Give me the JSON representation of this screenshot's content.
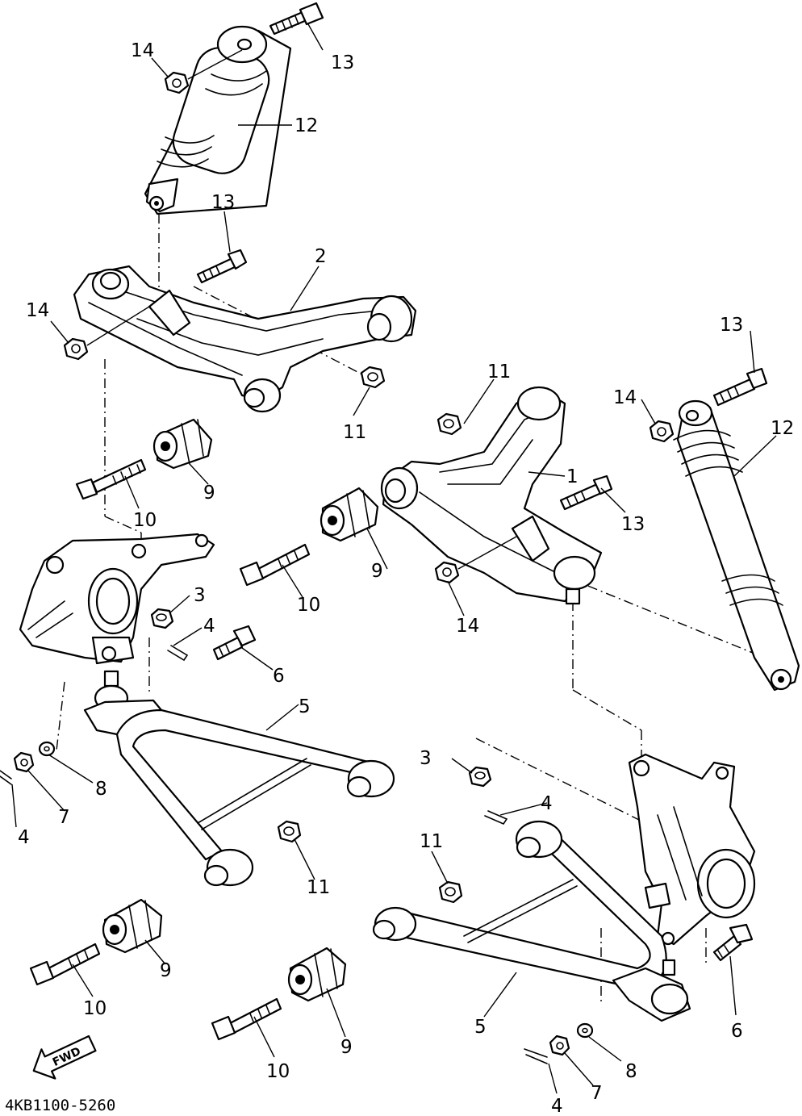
{
  "diagram": {
    "drawing_code": "4KB1100-5260",
    "direction_label": "FWD",
    "callouts": [
      {
        "ref": "1"
      },
      {
        "ref": "2"
      },
      {
        "ref": "3"
      },
      {
        "ref": "3"
      },
      {
        "ref": "4"
      },
      {
        "ref": "4"
      },
      {
        "ref": "4"
      },
      {
        "ref": "4"
      },
      {
        "ref": "5"
      },
      {
        "ref": "5"
      },
      {
        "ref": "6"
      },
      {
        "ref": "6"
      },
      {
        "ref": "7"
      },
      {
        "ref": "7"
      },
      {
        "ref": "8"
      },
      {
        "ref": "8"
      },
      {
        "ref": "9"
      },
      {
        "ref": "9"
      },
      {
        "ref": "9"
      },
      {
        "ref": "9"
      },
      {
        "ref": "10"
      },
      {
        "ref": "10"
      },
      {
        "ref": "10"
      },
      {
        "ref": "10"
      },
      {
        "ref": "11"
      },
      {
        "ref": "11"
      },
      {
        "ref": "11"
      },
      {
        "ref": "11"
      },
      {
        "ref": "12"
      },
      {
        "ref": "12"
      },
      {
        "ref": "13"
      },
      {
        "ref": "13"
      },
      {
        "ref": "13"
      },
      {
        "ref": "13"
      },
      {
        "ref": "14"
      },
      {
        "ref": "14"
      },
      {
        "ref": "14"
      },
      {
        "ref": "14"
      }
    ]
  }
}
